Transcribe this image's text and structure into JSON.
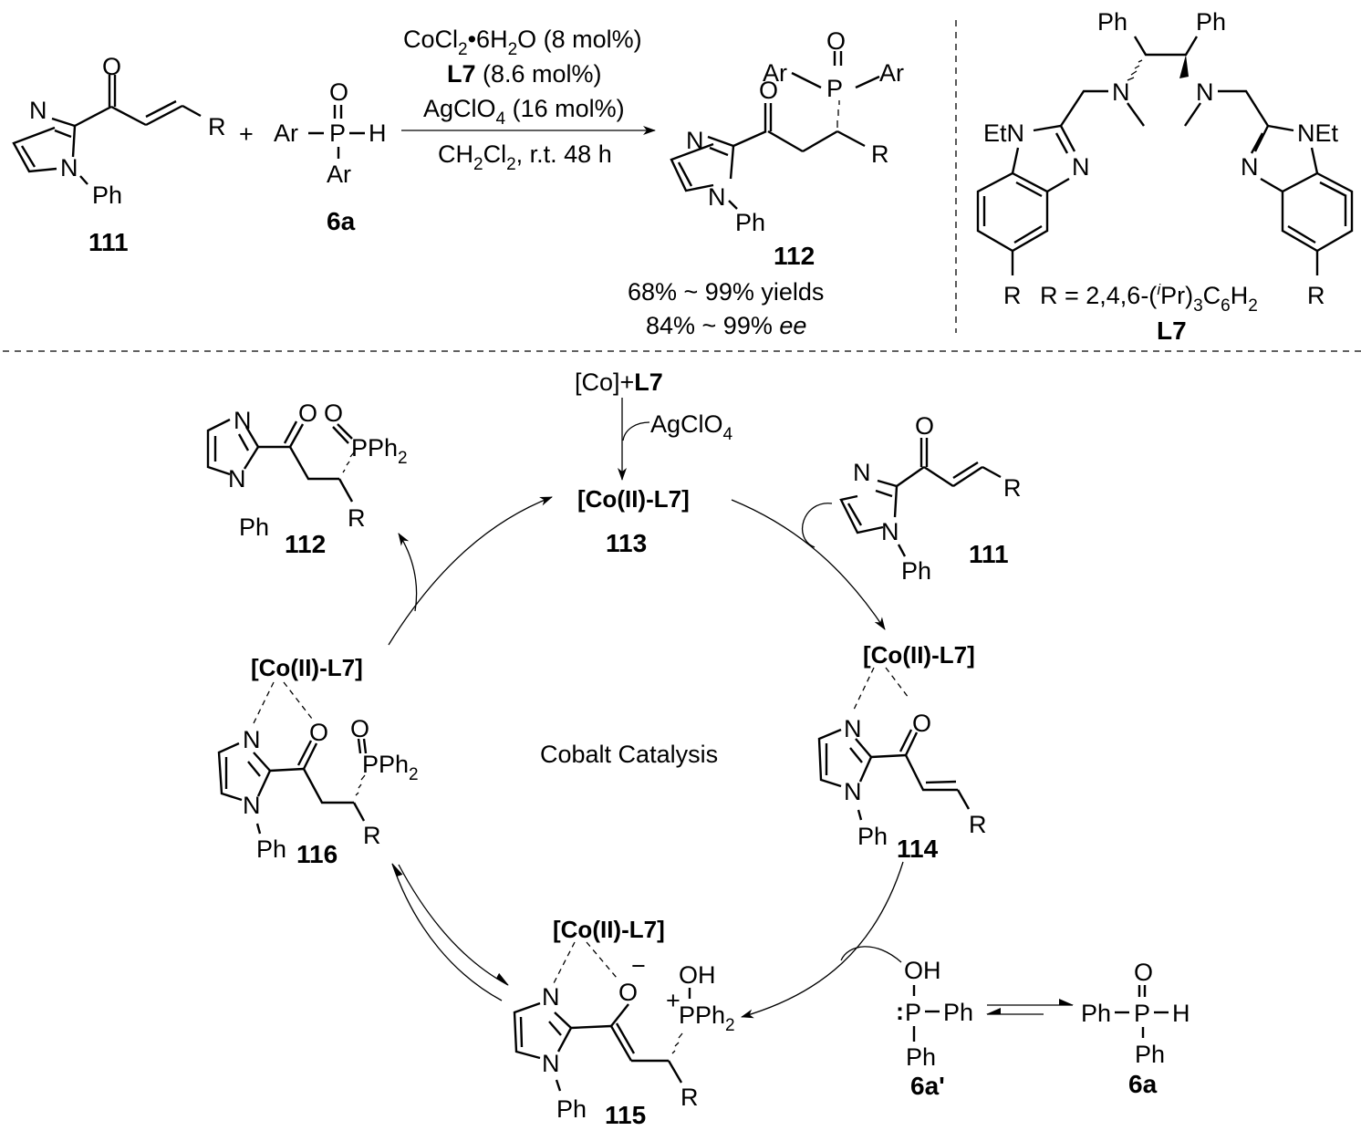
{
  "scheme": {
    "top_reaction": {
      "reactant_1": {
        "label": "111",
        "atoms": {
          "O": "O",
          "N3": "N",
          "N1": "N",
          "Ph": "Ph",
          "R": "R"
        }
      },
      "plus": "+",
      "reactant_2": {
        "label": "6a",
        "atoms": {
          "O": "O",
          "ArL": "Ar",
          "P": "P",
          "H": "H",
          "ArB": "Ar"
        }
      },
      "conditions": {
        "line1": {
          "main": "CoCl",
          "sub1": "2",
          "rest": "•6H",
          "sub2": "2",
          "tail": "O (8 mol%)"
        },
        "line2": {
          "bold": "L7",
          "rest": " (8.6 mol%)"
        },
        "line3": {
          "main": "AgClO",
          "sub": "4",
          "rest": " (16 mol%)"
        },
        "line4": {
          "main": "CH",
          "sub1": "2",
          "mid": "Cl",
          "sub2": "2",
          "rest": ", r.t. 48 h"
        }
      },
      "product": {
        "label": "112",
        "atoms": {
          "O": "O",
          "O_P": "O",
          "ArL": "Ar",
          "ArR": "Ar",
          "P": "P",
          "N3": "N",
          "N1": "N",
          "Ph": "Ph",
          "R": "R"
        },
        "yields": "68% ~ 99% yields",
        "ee_prefix": "84% ~ 99% ",
        "ee_italic": "ee"
      }
    },
    "ligand": {
      "label": "L7",
      "atoms": {
        "Ph1": "Ph",
        "Ph2": "Ph",
        "N_a": "N",
        "N_b": "N",
        "EtN": "EtN",
        "NEt": "NEt",
        "N_l": "N",
        "N_r": "N",
        "R_l": "R",
        "R_r": "R"
      },
      "r_def": {
        "prefix": "R = 2,4,6-(",
        "sup": "i",
        "mid": "Pr)",
        "sub1": "3",
        "c": "C",
        "sub2": "6",
        "h": "H",
        "sub3": "2"
      }
    },
    "cycle": {
      "title": "Cobalt Catalysis",
      "precursor": {
        "co": "[Co]+",
        "bold": "L7",
        "reagent_main": "AgClO",
        "reagent_sub": "4"
      },
      "catalyst": {
        "text": "[Co(II)-L7]",
        "label": "113"
      },
      "substrate_111": {
        "label": "111",
        "atoms": {
          "O": "O",
          "N3": "N",
          "N1": "N",
          "Ph": "Ph",
          "R": "R"
        }
      },
      "complex_114": {
        "co": "[Co(II)-L7]",
        "label": "114",
        "atoms": {
          "O": "O",
          "N3": "N",
          "N1": "N",
          "Ph": "Ph",
          "R": "R"
        }
      },
      "complex_115": {
        "co": "[Co(II)-L7]",
        "label": "115",
        "atoms": {
          "O": "O",
          "minus": "−",
          "OH": "OH",
          "plus": "+",
          "PPh": "PPh",
          "sub": "2",
          "N3": "N",
          "N1": "N",
          "Ph": "Ph",
          "R": "R"
        }
      },
      "complex_116": {
        "co": "[Co(II)-L7]",
        "label": "116",
        "atoms": {
          "O": "O",
          "O_P": "O",
          "PPh": "PPh",
          "sub": "2",
          "N3": "N",
          "N1": "N",
          "Ph": "Ph",
          "R": "R"
        }
      },
      "product_112": {
        "label": "112",
        "atoms": {
          "O": "O",
          "O_P": "O",
          "PPh": "PPh",
          "sub": "2",
          "N3": "N",
          "N1": "N",
          "Ph": "Ph",
          "R": "R"
        }
      },
      "tautomer_6a_prime": {
        "label": "6a'",
        "atoms": {
          "OH": "OH",
          "lone_pair": ":",
          "P": "P",
          "Ph1": "Ph",
          "Ph2": "Ph"
        }
      },
      "phosphine_oxide_6a": {
        "label": "6a",
        "atoms": {
          "O": "O",
          "Ph1": "Ph",
          "P": "P",
          "H": "H",
          "Ph2": "Ph"
        }
      }
    }
  }
}
